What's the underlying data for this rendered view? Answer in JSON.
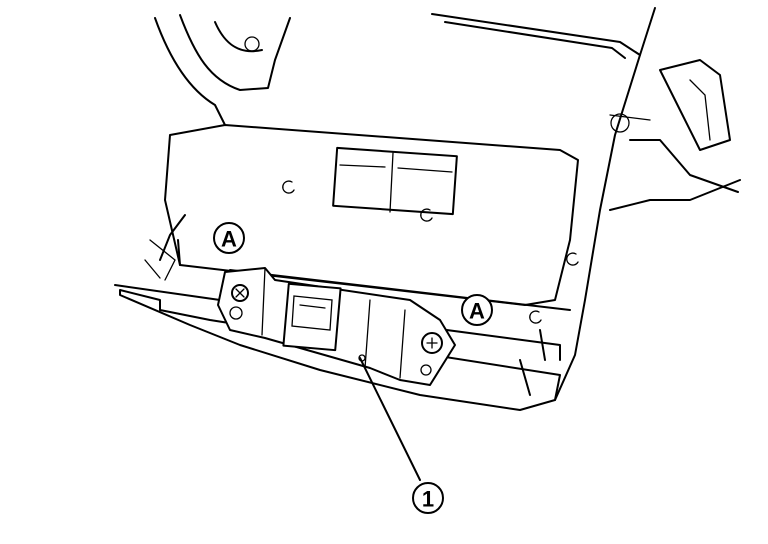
{
  "callouts": {
    "a_left": "A",
    "a_right": "A",
    "part_1": "1"
  }
}
